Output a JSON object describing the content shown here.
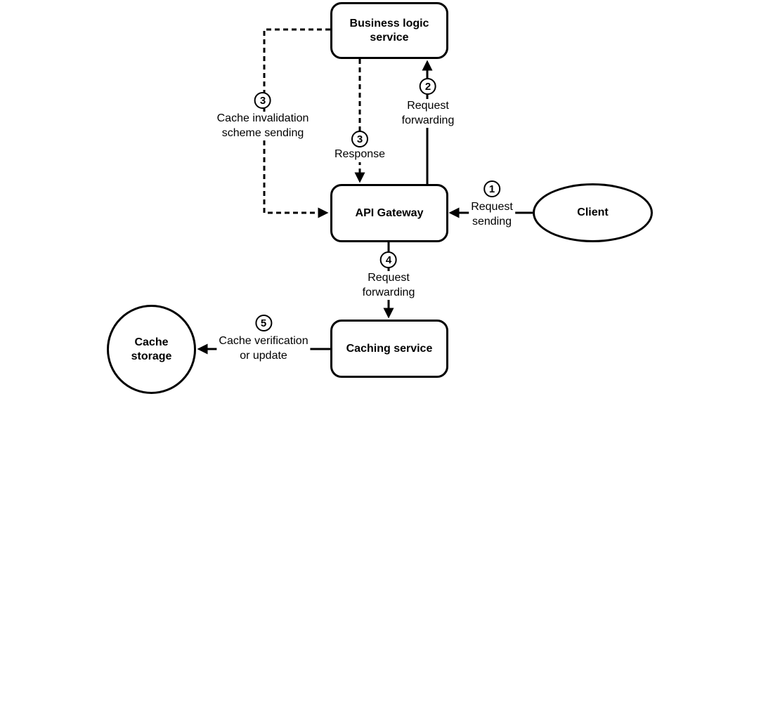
{
  "diagram": {
    "type": "flowchart",
    "background": "#ffffff",
    "stroke_color": "#000000",
    "text_color": "#000000",
    "nodes": {
      "business_logic": {
        "label": "Business logic\nservice",
        "shape": "rounded-rect"
      },
      "api_gateway": {
        "label": "API Gateway",
        "shape": "rounded-rect"
      },
      "client": {
        "label": "Client",
        "shape": "ellipse"
      },
      "caching_service": {
        "label": "Caching service",
        "shape": "rounded-rect"
      },
      "cache_storage": {
        "label": "Cache\nstorage",
        "shape": "circle"
      }
    },
    "edges": {
      "request_sending": {
        "step": "1",
        "label": "Request\nsending",
        "from": "client",
        "to": "api_gateway",
        "style": "solid"
      },
      "request_forwarding_up": {
        "step": "2",
        "label": "Request\nforwarding",
        "from": "api_gateway",
        "to": "business_logic",
        "style": "solid"
      },
      "response": {
        "step": "3",
        "label": "Response",
        "from": "business_logic",
        "to": "api_gateway",
        "style": "dashed"
      },
      "cache_invalidation": {
        "step": "3",
        "label": "Cache invalidation\nscheme sending",
        "from": "business_logic",
        "to": "api_gateway",
        "style": "dashed"
      },
      "request_forwarding_down": {
        "step": "4",
        "label": "Request\nforwarding",
        "from": "api_gateway",
        "to": "caching_service",
        "style": "solid"
      },
      "cache_verification": {
        "step": "5",
        "label": "Cache verification\nor update",
        "from": "caching_service",
        "to": "cache_storage",
        "style": "solid"
      }
    }
  }
}
